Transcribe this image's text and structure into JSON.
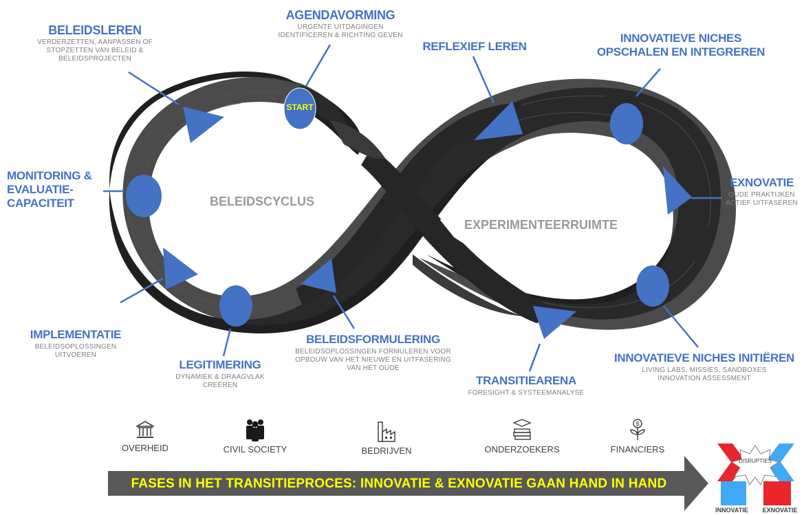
{
  "loop_labels": {
    "left": "BELEIDSCYCLUS",
    "right": "EXPERIMENTEERRUIMTE",
    "start": "START"
  },
  "phases": {
    "agendavorming": {
      "title": "AGENDAVORMING",
      "desc": [
        "URGENTE UITDAGINGEN",
        "IDENTIFICEREN & RICHTING GEVEN"
      ]
    },
    "beleidsleren": {
      "title": "BELEIDSLEREN",
      "desc": [
        "VERDERZETTEN, AANPASSEN OF",
        "STOPZETTEN VAN BELEID &",
        "BELEIDSPROJECTEN"
      ]
    },
    "monitoring": {
      "title": [
        "MONITORING &",
        "EVALUATIE-",
        "CAPACITEIT"
      ]
    },
    "implementatie": {
      "title": "IMPLEMENTATIE",
      "desc": [
        "BELEIDSOPLOSSINGEN",
        "UITVOEREN"
      ]
    },
    "legitimering": {
      "title": "LEGITIMERING",
      "desc": [
        "DYNAMIEK & DRAAGVLAK",
        "CREËREN"
      ]
    },
    "beleidsformulering": {
      "title": "BELEIDSFORMULERING",
      "desc": [
        "BELEIDSOPLOSSINGEN FORMULEREN VOOR",
        "OPBOUW VAN HET NIEUWE EN UITFASERING",
        "VAN HET OUDE"
      ]
    },
    "reflexief": {
      "title": "REFLEXIEF LEREN"
    },
    "opschalen": {
      "title": [
        "INNOVATIEVE NICHES",
        "OPSCHALEN EN INTEGREREN"
      ]
    },
    "exnovatie": {
      "title": "EXNOVATIE",
      "desc": [
        "OUDE PRAKTIJKEN",
        "ACTIEF UITFASEREN"
      ]
    },
    "initieren": {
      "title": "INNOVATIEVE NICHES INITIËREN",
      "desc": [
        "LIVING LABS, MISSIES, SANDBOXES",
        "INNOVATION ASSESSMENT"
      ]
    },
    "transitiearena": {
      "title": "TRANSITIEARENA",
      "desc": [
        "FORESIGHT & SYSTEEMANALYSE"
      ]
    }
  },
  "stakeholders": [
    {
      "label": "OVERHEID",
      "icon": "government-building-icon"
    },
    {
      "label": "CIVIL SOCIETY",
      "icon": "people-group-icon"
    },
    {
      "label": "BEDRIJVEN",
      "icon": "factory-icon"
    },
    {
      "label": "ONDERZOEKERS",
      "icon": "books-graduation-icon"
    },
    {
      "label": "FINANCIERS",
      "icon": "money-plant-icon"
    }
  ],
  "banner": "FASES IN HET TRANSITIEPROCES: INNOVATIE & EXNOVATIE GAAN HAND IN HAND",
  "disruption": {
    "center": "DISRUPTIES",
    "left": "INNOVATIE",
    "right": "EXNOVATIE"
  },
  "colors": {
    "marker": "#4472c4",
    "title": "#4472c4",
    "loop": "#1a1a1a",
    "banner": "#595959",
    "banner_text": "#ffff00",
    "innovatie": "#3fa9f5",
    "exnovatie": "#e8262b"
  }
}
